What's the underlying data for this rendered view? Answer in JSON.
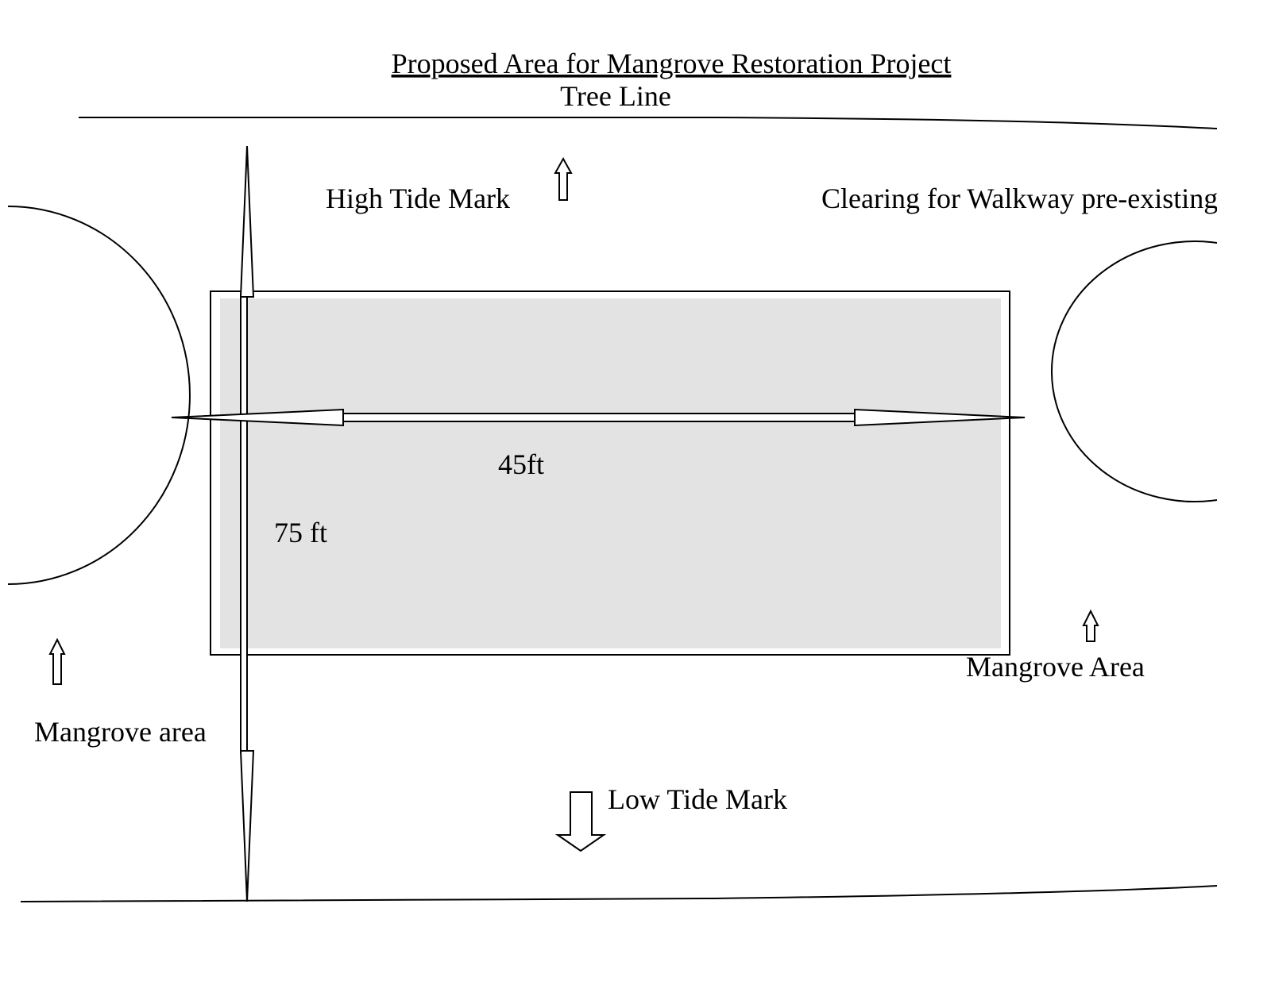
{
  "title": "Proposed Area for Mangrove Restoration Project",
  "labels": {
    "tree_line": "Tree Line",
    "high_tide": "High Tide Mark",
    "clearing": "Clearing for Walkway pre-existing",
    "width_dim": "45ft",
    "length_dim": "75 ft",
    "mangrove_area_right": "Mangrove Area",
    "mangrove_area_left": "Mangrove area",
    "low_tide": "Low Tide Mark"
  },
  "colors": {
    "line": "#000000",
    "area_fill": "#e3e3e3",
    "background": "#ffffff"
  }
}
